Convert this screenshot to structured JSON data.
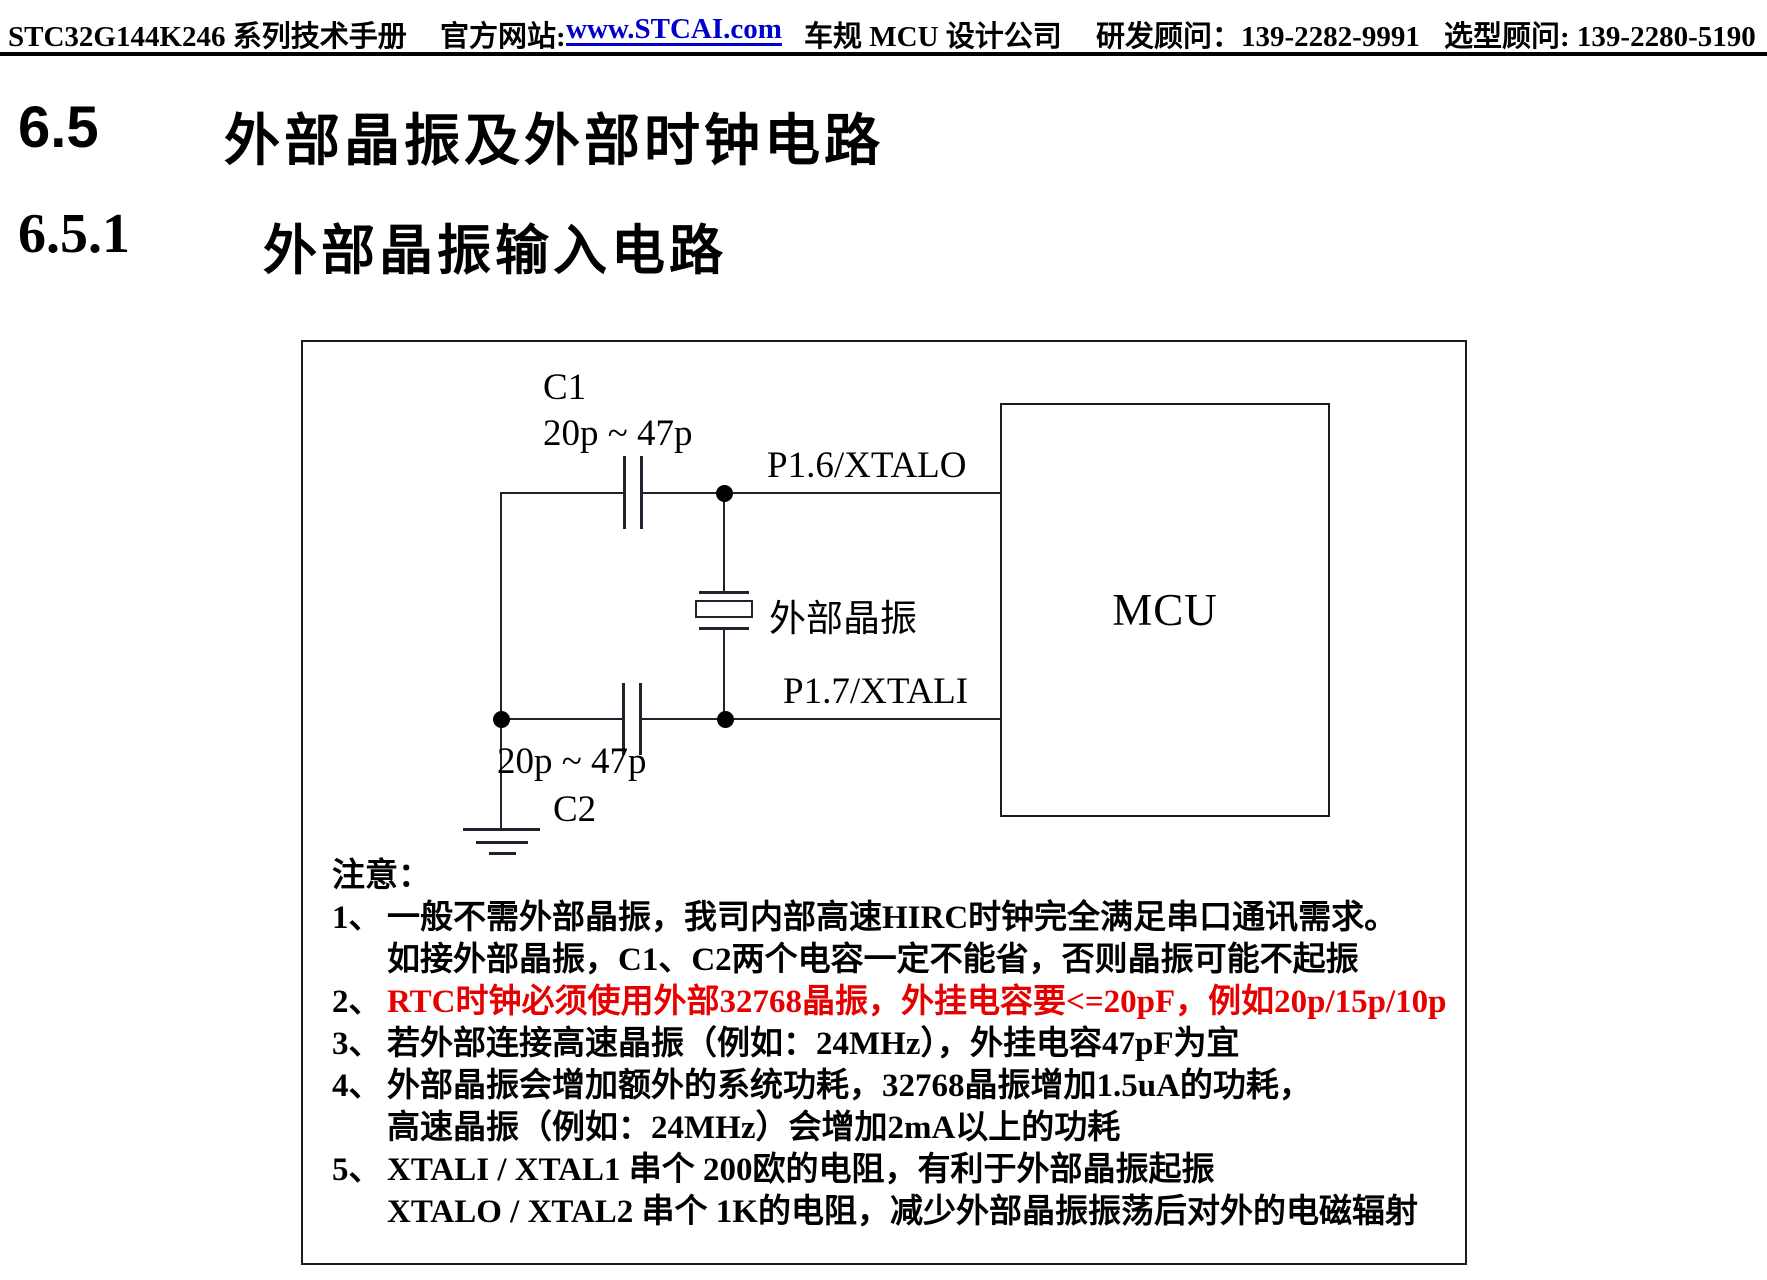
{
  "header": {
    "doc_title": "STC32G144K246 系列技术手册",
    "site_label": "官方网站:",
    "site_url": "www.STCAI.com",
    "company": "车规 MCU 设计公司",
    "rd_contact": "研发顾问：139-2282-9991",
    "sel_contact": "选型顾问: 139-2280-5190"
  },
  "sections": {
    "main": {
      "number": "6.5",
      "title": "外部晶振及外部时钟电路"
    },
    "sub": {
      "number": "6.5.1",
      "title": "外部晶振输入电路"
    }
  },
  "diagram": {
    "c1_label": "C1",
    "c1_value": "20p ~ 47p",
    "pin_top": "P1.6/XTALO",
    "crystal_label": "外部晶振",
    "mcu_label": "MCU",
    "pin_bottom": "P1.7/XTALI",
    "c2_value": "20p ~ 47p",
    "c2_label": "C2"
  },
  "notes": {
    "heading": "注意：",
    "items": [
      {
        "num": "1、",
        "text": "一般不需外部晶振，我司内部高速HIRC时钟完全满足串口通讯需求。"
      },
      {
        "num": "",
        "text": "如接外部晶振，C1、C2两个电容一定不能省，否则晶振可能不起振"
      },
      {
        "num": "2、",
        "text": "RTC时钟必须使用外部32768晶振，外挂电容要<=20pF，例如20p/15p/10p"
      },
      {
        "num": "3、",
        "text": "若外部连接高速晶振（例如：24MHz），外挂电容47pF为宜"
      },
      {
        "num": "4、",
        "text": "外部晶振会增加额外的系统功耗，32768晶振增加1.5uA的功耗，"
      },
      {
        "num": "",
        "text": "高速晶振（例如：24MHz）会增加2mA以上的功耗"
      },
      {
        "num": "5、",
        "text": "XTALI / XTAL1 串个 200欧的电阻，有利于外部晶振起振"
      },
      {
        "num": "",
        "text": "XTALO / XTAL2 串个 1K的电阻，减少外部晶振振荡后对外的电磁辐射"
      }
    ]
  },
  "colors": {
    "link_blue": "#0000cc",
    "warning_red": "#e60000",
    "ink": "#000000"
  }
}
